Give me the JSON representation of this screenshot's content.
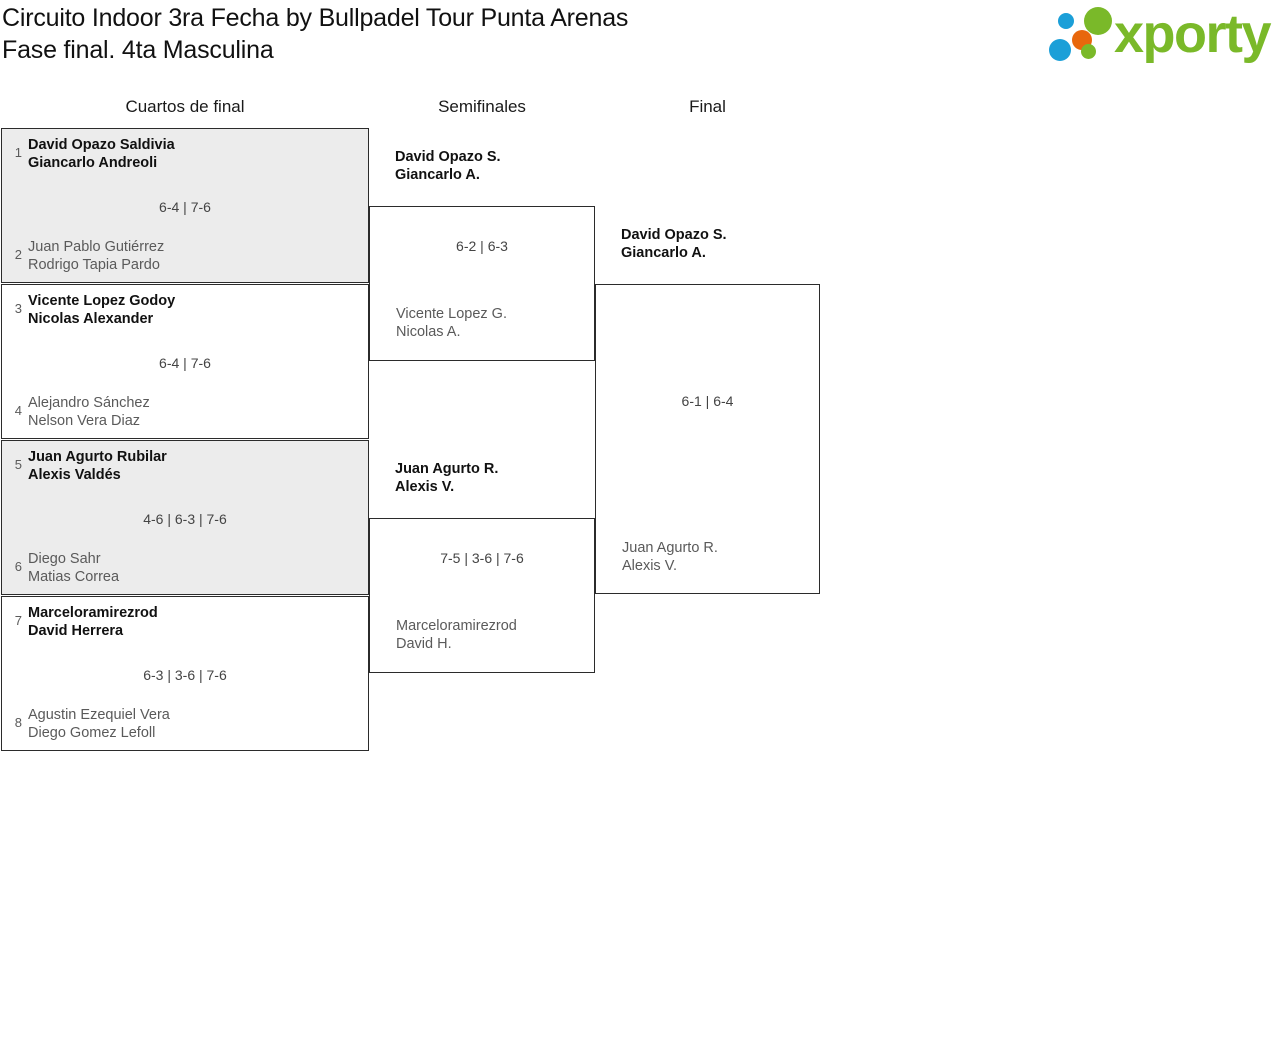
{
  "header": {
    "title_line1": "Circuito Indoor 3ra Fecha by Bullpadel Tour Punta Arenas",
    "title_line2": "Fase final. 4ta Masculina",
    "logo_text": "xporty",
    "logo_colors": {
      "green": "#7ab929",
      "blue": "#1b9fd8",
      "orange": "#e8670c"
    }
  },
  "rounds": [
    {
      "label": "Cuartos de final"
    },
    {
      "label": "Semifinales"
    },
    {
      "label": "Final"
    }
  ],
  "quarterfinals": [
    {
      "score": "6-4 | 7-6",
      "top": {
        "seed": "1",
        "player1": "David Opazo Saldivia",
        "player2": "Giancarlo Andreoli",
        "result": "winner"
      },
      "bottom": {
        "seed": "2",
        "player1": "Juan Pablo Gutiérrez",
        "player2": "Rodrigo Tapia Pardo",
        "result": "loser"
      }
    },
    {
      "score": "6-4 | 7-6",
      "top": {
        "seed": "3",
        "player1": "Vicente Lopez Godoy",
        "player2": "Nicolas Alexander",
        "result": "winner"
      },
      "bottom": {
        "seed": "4",
        "player1": "Alejandro Sánchez",
        "player2": "Nelson Vera Diaz",
        "result": "loser"
      }
    },
    {
      "score": "4-6 | 6-3 | 7-6",
      "top": {
        "seed": "5",
        "player1": "Juan Agurto Rubilar",
        "player2": "Alexis Valdés",
        "result": "winner"
      },
      "bottom": {
        "seed": "6",
        "player1": "Diego Sahr",
        "player2": "Matias Correa",
        "result": "loser"
      }
    },
    {
      "score": "6-3 | 3-6 | 7-6",
      "top": {
        "seed": "7",
        "player1": "Marceloramirezrod",
        "player2": "David Herrera",
        "result": "winner"
      },
      "bottom": {
        "seed": "8",
        "player1": "Agustin Ezequiel Vera",
        "player2": "Diego Gomez Lefoll",
        "result": "loser"
      }
    }
  ],
  "semifinals": [
    {
      "score": "6-2 | 6-3",
      "top": {
        "player1": "David Opazo S.",
        "player2": "Giancarlo A.",
        "result": "winner"
      },
      "bottom": {
        "player1": "Vicente Lopez G.",
        "player2": "Nicolas A.",
        "result": "loser"
      }
    },
    {
      "score": "7-5 | 3-6 | 7-6",
      "top": {
        "player1": "Juan Agurto R.",
        "player2": "Alexis V.",
        "result": "winner"
      },
      "bottom": {
        "player1": "Marceloramirezrod",
        "player2": "David H.",
        "result": "loser"
      }
    }
  ],
  "final": [
    {
      "score": "6-1 | 6-4",
      "top": {
        "player1": "David Opazo S.",
        "player2": "Giancarlo A.",
        "result": "winner"
      },
      "bottom": {
        "player1": "Juan Agurto R.",
        "player2": "Alexis V.",
        "result": "loser"
      }
    }
  ]
}
